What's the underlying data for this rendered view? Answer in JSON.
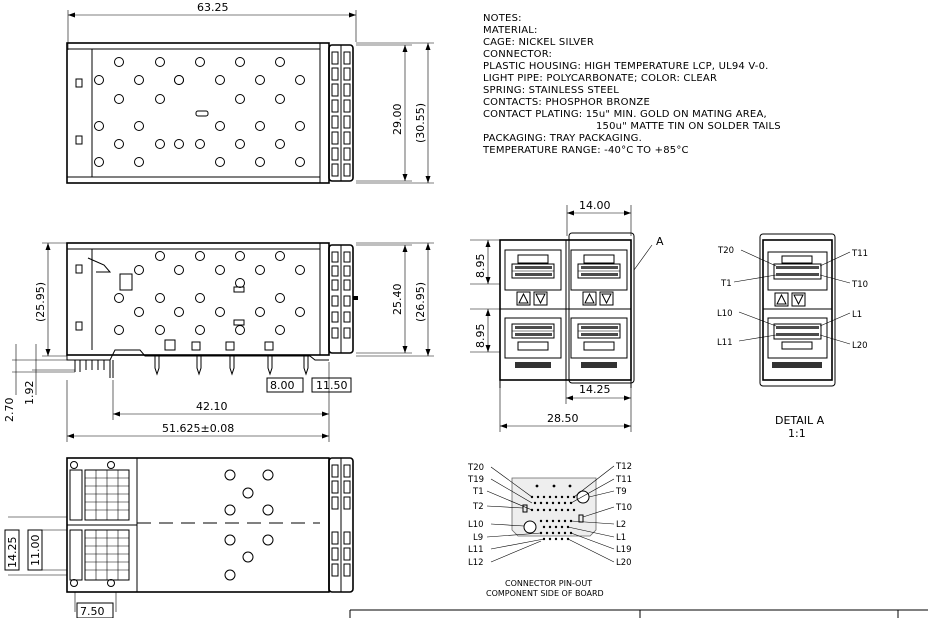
{
  "top_view": {
    "width": "63.25",
    "height": "29.00",
    "height_overall": "(30.55)"
  },
  "notes": [
    "NOTES:",
    "MATERIAL:",
    "CAGE: NICKEL SILVER",
    "CONNECTOR:",
    "PLASTIC HOUSING: HIGH TEMPERATURE LCP, UL94 V-0.",
    "LIGHT PIPE: POLYCARBONATE; COLOR: CLEAR",
    "SPRING: STAINLESS STEEL",
    "CONTACTS: PHOSPHOR BRONZE",
    "CONTACT PLATING: 15u\" MIN. GOLD ON MATING AREA,",
    "150u\" MATTE TIN ON SOLDER TAILS",
    "PACKAGING: TRAY PACKAGING.",
    "TEMPERATURE RANGE: -40°C TO +85°C"
  ],
  "side_view": {
    "height_left": "(25.95)",
    "height_right": "25.40",
    "height_right_overall": "(26.95)",
    "pin_length": "2.70",
    "pin_offset": "1.92",
    "dim_a": "8.00",
    "dim_b": "11.50",
    "len_mid": "42.10",
    "len_total": "51.625±0.08"
  },
  "front_view": {
    "width_top": "14.00",
    "pitch_top": "8.95",
    "pitch_bottom": "8.95",
    "width_inner": "14.25",
    "width_total": "28.50",
    "detail_callout": "A"
  },
  "detail_a": {
    "labels": [
      "T20",
      "T11",
      "T1",
      "T10",
      "L10",
      "L1",
      "L11",
      "L20"
    ],
    "title": "DETAIL  A",
    "scale": "1:1"
  },
  "pinout": {
    "left_labels": [
      "T20",
      "T19",
      "T1",
      "T2",
      "L10",
      "L9",
      "L11",
      "L12"
    ],
    "right_labels": [
      "T12",
      "T11",
      "T9",
      "T10",
      "L2",
      "L1",
      "L19",
      "L20"
    ],
    "caption_1": "CONNECTOR PIN-OUT",
    "caption_2": "COMPONENT SIDE OF BOARD"
  },
  "bottom_view": {
    "height_a": "14.25",
    "height_b": "11.00",
    "width": "7.50"
  }
}
